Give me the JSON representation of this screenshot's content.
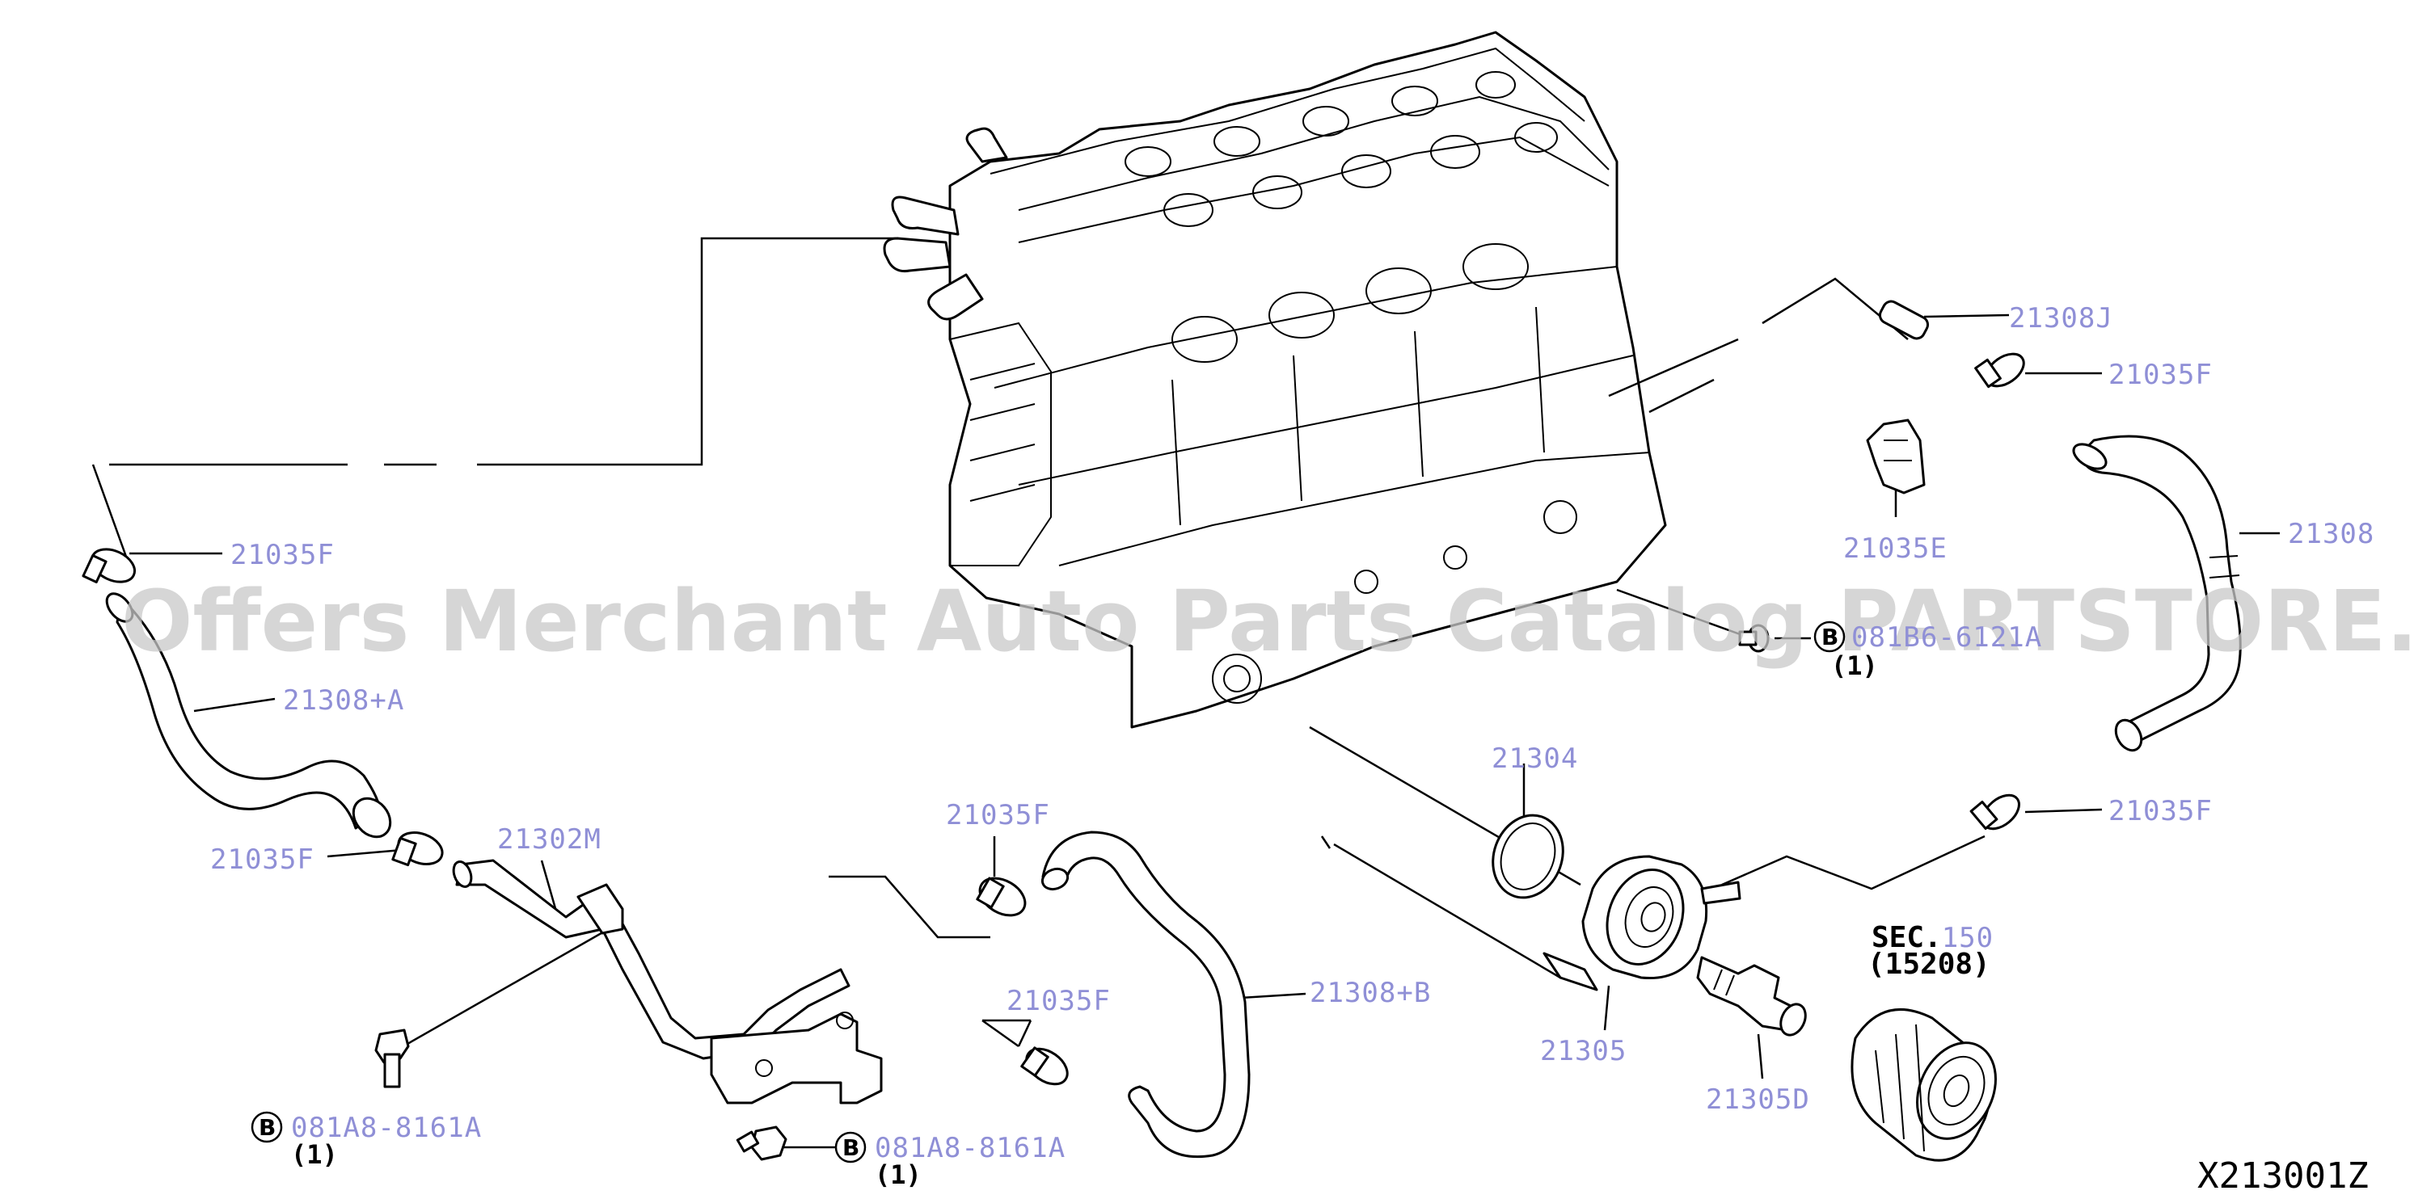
{
  "diagram_code": "X213001Z",
  "watermark": "Offers Merchant Auto Parts Catalog PARTSTORE.SA",
  "section_ref": {
    "sec_prefix": "SEC.",
    "sec_number": "150",
    "part": "(15208)"
  },
  "labels": {
    "p21308J": "21308J",
    "p21035F_top": "21035F",
    "p21308": "21308",
    "p21035E": "21035E",
    "p21035F_left": "21035F",
    "p21308A": "21308+A",
    "p21035F_mid_left": "21035F",
    "p21302M": "21302M",
    "p21035F_center": "21035F",
    "p21035F_center_low": "21035F",
    "p21308B": "21308+B",
    "p21304": "21304",
    "p21035F_right": "21035F",
    "p21305": "21305",
    "p21305D": "21305D"
  },
  "bolts": {
    "top_letter": "B",
    "top_code": "081B6-6121A",
    "top_qty": "(1)",
    "left_letter": "B",
    "left_code": "081A8-8161A",
    "left_qty": "(1)",
    "bottom_letter": "B",
    "bottom_code": "081A8-8161A",
    "bottom_qty": "(1)"
  },
  "colors": {
    "label": "#8f8fd6",
    "ink": "#000000",
    "watermark": "#c8c8c8"
  }
}
